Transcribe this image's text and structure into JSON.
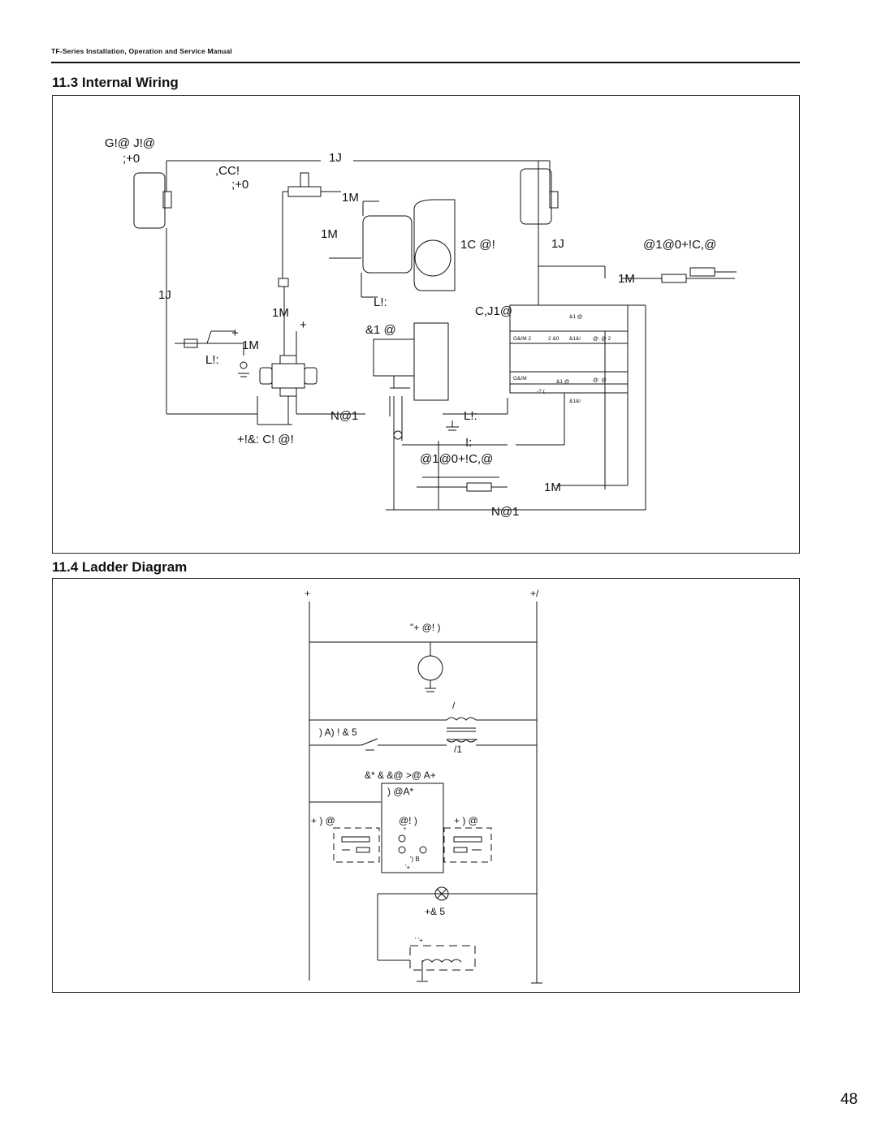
{
  "header": {
    "manual_title": "TF-Series Installation, Operation and Service Manual"
  },
  "sections": {
    "internal_wiring_title": "11.3 Internal Wiring",
    "ladder_title": "11.4  Ladder Diagram"
  },
  "wiring_labels": {
    "gas_valve_line1": "G!@  J!@",
    "gas_valve_line2": ";+0",
    "label_1j_top": "1J",
    "cc_line1": ",CC!",
    "cc_line2": ";+0",
    "label_1m_a": "1M",
    "label_1m_b": "1M",
    "label_1c": "1C @!",
    "label_1j_right": "1J",
    "sensor_right": "@1@0+!C,@",
    "label_1m_right": "1M",
    "label_1j_left": "1J",
    "label_l_mid": "L!:",
    "label_cj1": "C,J1@",
    "label_1m_c": "1M",
    "plus_a": "+",
    "plus_b": "+",
    "label_81": "&1 @",
    "label_1m_d": "1M",
    "label_l_left": "L!:",
    "label_n1": "N@1",
    "label_l_right": "L!:",
    "transformer_note": "+!&:  C! @!",
    "excl": "!:",
    "sensor_bottom": "@1@0+!C,@",
    "label_1m_e": "1M",
    "label_n1_bottom": "N@1",
    "module_tiny": [
      "&1 @",
      "G&/M 2",
      "2  &0",
      "&1&!",
      "@: @ 2",
      "G&/M",
      "&1 @",
      "@: @",
      "-?  (",
      "&1&!"
    ]
  },
  "ladder_labels": {
    "left_rail": "+",
    "right_rail": "+/",
    "motor": "\"+ @! )",
    "slash": "/",
    "row_a": ")      A)        !  &     5",
    "slash1": "/1",
    "row_b": "&*    & &@  >@  A+",
    "row_c": ")   @A*",
    "row_d_left": "+   )        @",
    "row_d_mid": "@! )",
    "row_d_right": "+   )        @",
    "tiny1": "*",
    "tiny2": "')  B",
    "tiny3": "'+",
    "lamp": "+&  5",
    "tiny4": "'         '+"
  },
  "page_number": "48"
}
